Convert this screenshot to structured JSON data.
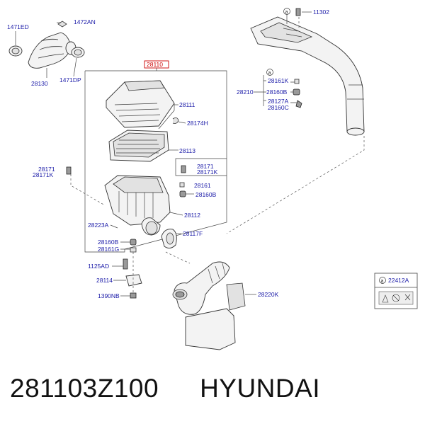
{
  "labels": {
    "p1471ED": "1471ED",
    "p1472AN": "1472AN",
    "p28130": "28130",
    "p1471DP": "1471DP",
    "p28110": "28110",
    "p28111": "28111",
    "p28174H": "28174H",
    "p28113": "28113",
    "p28171a": "28171",
    "p28171Ka": "28171K",
    "p28171b": "28171",
    "p28171Kb": "28171K",
    "p28161": "28161",
    "p28160Ba": "28160B",
    "p28112": "28112",
    "p28223A": "28223A",
    "p28117F": "28117F",
    "p28160Bb": "28160B",
    "p28161G": "28161G",
    "p1125AD": "1125AD",
    "p28114": "28114",
    "p1390NB": "1390NB",
    "p28220K": "28220K",
    "p11302": "11302",
    "p28210": "28210",
    "p28161K": "28161K",
    "p28160Bc": "28160B",
    "p28127A": "28127A",
    "p28160C": "28160C",
    "p22412A": "22412A",
    "ref_a": "a"
  },
  "footer": {
    "part_number": "281103Z100",
    "brand": "HYUNDAI"
  },
  "colors": {
    "label": "#1a1aa8",
    "highlight": "#cc0000"
  }
}
